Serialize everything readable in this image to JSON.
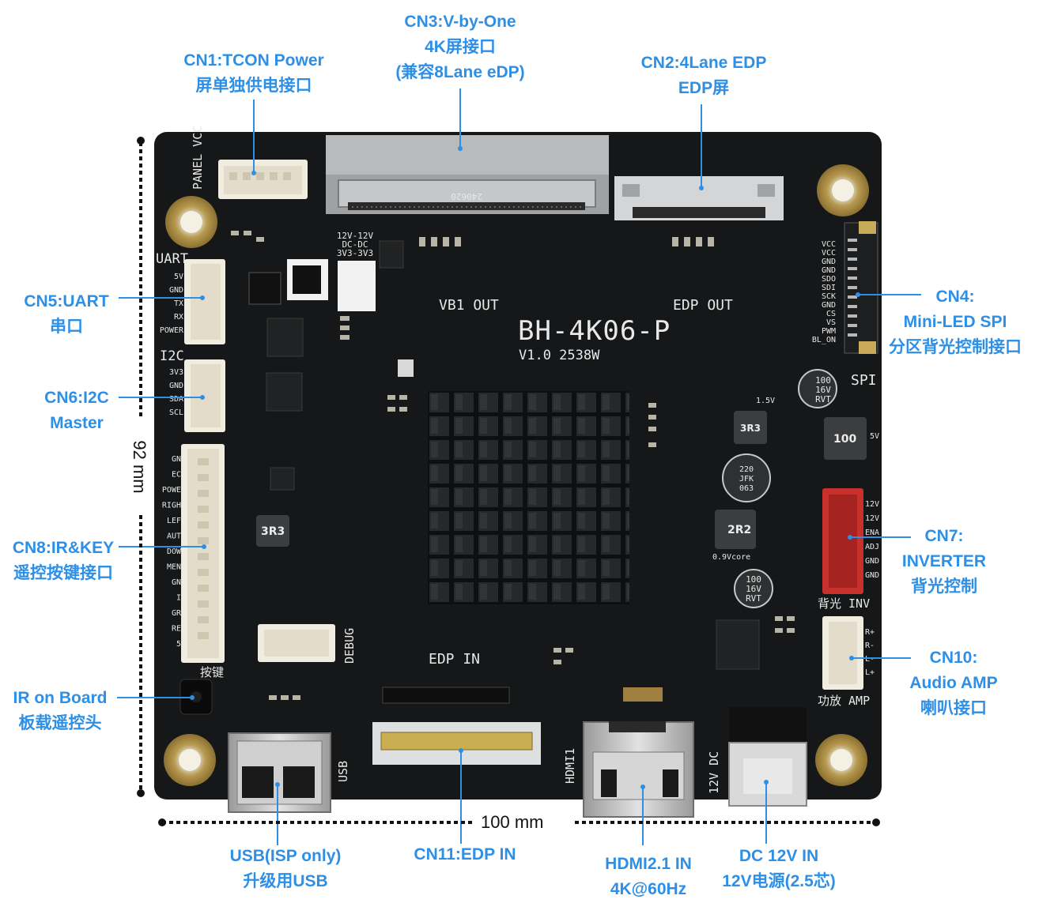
{
  "labels": {
    "cn1": [
      "CN1:TCON Power",
      "屏单独供电接口"
    ],
    "cn3": [
      "CN3:V-by-One",
      "4K屏接口",
      "(兼容8Lane eDP)"
    ],
    "cn2": [
      "CN2:4Lane EDP",
      "EDP屏"
    ],
    "cn5": [
      "CN5:UART",
      "串口"
    ],
    "cn4": [
      "CN4:",
      "Mini-LED SPI",
      "分区背光控制接口"
    ],
    "cn6": [
      "CN6:I2C",
      "Master"
    ],
    "cn8": [
      "CN8:IR&KEY",
      "遥控按键接口"
    ],
    "cn7": [
      "CN7:",
      "INVERTER",
      "背光控制"
    ],
    "cn10": [
      "CN10:",
      "Audio AMP",
      "喇叭接口"
    ],
    "ir": [
      "IR on Board",
      "板载遥控头"
    ],
    "usb": [
      "USB(ISP only)",
      "升级用USB"
    ],
    "cn11": [
      "CN11:EDP IN"
    ],
    "hdmi": [
      "HDMI2.1 IN",
      "4K@60Hz"
    ],
    "dc": [
      "DC 12V IN",
      "12V电源(2.5芯)"
    ]
  },
  "dimensions": {
    "height": "92 mm",
    "width": "100 mm"
  },
  "silkscreen": {
    "model": "BH-4K06-P",
    "version": "V1.0 2538W",
    "vb1_out": "VB1 OUT",
    "edp_out": "EDP OUT",
    "edp_in": "EDP IN",
    "panel_vcc": "PANEL VCC",
    "uart": "UART",
    "i2c": "I2C",
    "spi": "SPI",
    "debug": "DEBUG",
    "usb": "USB",
    "hdmi": "HDMI1",
    "dc": "12V DC",
    "inv": "背光 INV",
    "amp": "功放 AMP",
    "key": "按键",
    "uart_pins": [
      "5V",
      "GND",
      "TX",
      "RX",
      "POWER"
    ],
    "i2c_pins": [
      "3V3",
      "GND",
      "SDA",
      "SCL"
    ],
    "spi_pins": [
      "VCC",
      "VCC",
      "GND",
      "GND",
      "SDO",
      "SDI",
      "SCK",
      "GND",
      "CS",
      "VS",
      "PWM",
      "BL_ON"
    ],
    "inv_pins": [
      "12V",
      "12V",
      "ENA",
      "ADJ",
      "GND",
      "GND"
    ],
    "amp_pins": [
      "R+",
      "R-",
      "L-",
      "L+"
    ],
    "key_pins": [
      "GN",
      "EC",
      "POWE",
      "RIGH",
      "LEF",
      "AUT",
      "DOW",
      "MEN",
      "GN",
      "I",
      "GR",
      "RE",
      "5"
    ],
    "dcdc": [
      "12V-12V",
      "DC-DC",
      "3V3-3V3"
    ],
    "cap1": [
      "100",
      "16V",
      "RVT"
    ],
    "cap2": [
      "220",
      "JFK",
      "063"
    ],
    "cap3": [
      "100",
      "16V",
      "RVT"
    ],
    "inductor1": "3R3",
    "inductor2": "2R2",
    "inductor3": "100",
    "inductor4": "3R3",
    "fw_code": "240620",
    "vcore": "0.9Vcore",
    "v15": "1.5V",
    "v5": "5V"
  },
  "colors": {
    "label": "#2d8fe6",
    "board": "#151718",
    "inverter_connector": "#c8302c"
  }
}
